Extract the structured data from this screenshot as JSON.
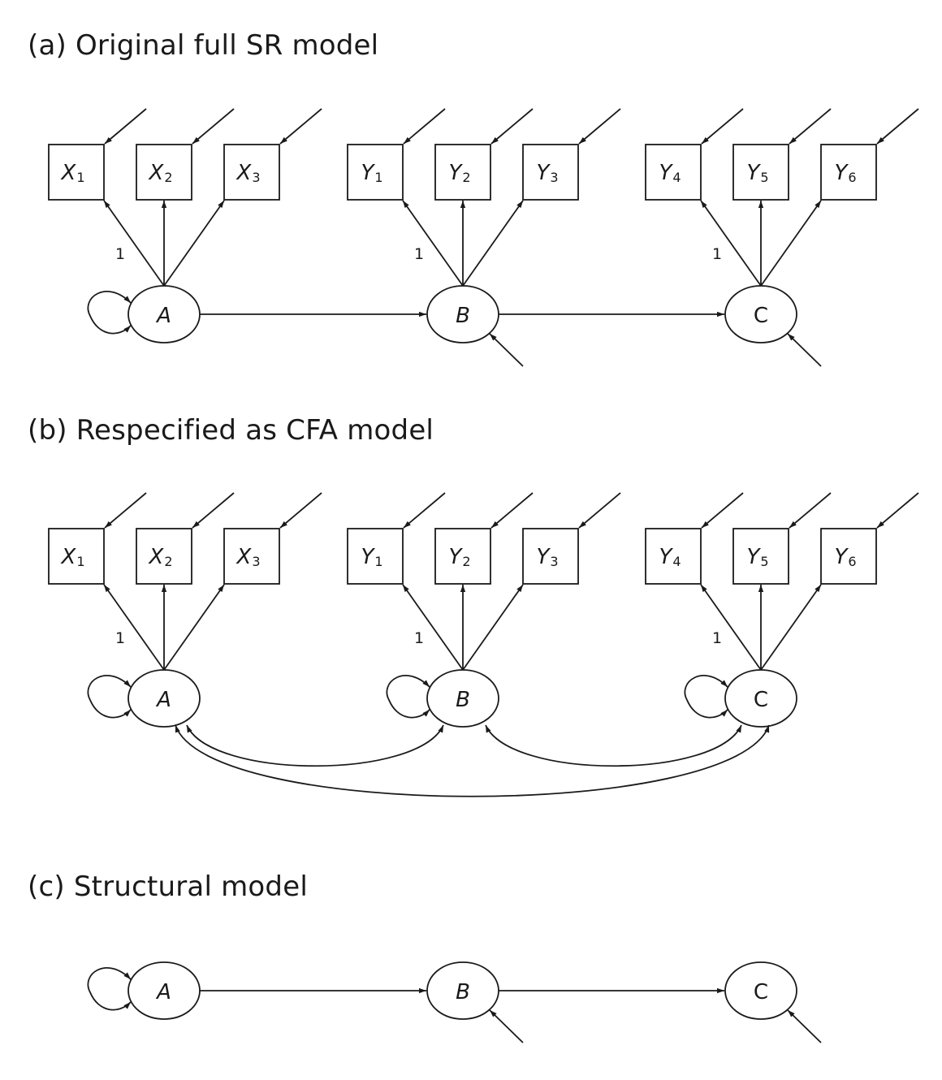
{
  "panels": [
    {
      "id": "a",
      "title": "(a)  Original full SR model",
      "latents": [
        {
          "name": "A",
          "indicators": [
            {
              "base": "X",
              "sub": "1"
            },
            {
              "base": "X",
              "sub": "2"
            },
            {
              "base": "X",
              "sub": "3"
            }
          ],
          "fixed_loading_label": "1",
          "variance": true,
          "disturbance": false
        },
        {
          "name": "B",
          "indicators": [
            {
              "base": "Y",
              "sub": "1"
            },
            {
              "base": "Y",
              "sub": "2"
            },
            {
              "base": "Y",
              "sub": "3"
            }
          ],
          "fixed_loading_label": "1",
          "variance": false,
          "disturbance": true
        },
        {
          "name": "C",
          "indicators": [
            {
              "base": "Y",
              "sub": "4"
            },
            {
              "base": "Y",
              "sub": "5"
            },
            {
              "base": "Y",
              "sub": "6"
            }
          ],
          "fixed_loading_label": "1",
          "variance": false,
          "disturbance": true
        }
      ],
      "paths": [
        {
          "from": "A",
          "to": "B"
        },
        {
          "from": "B",
          "to": "C"
        }
      ],
      "covariances": []
    },
    {
      "id": "b",
      "title": "(b)  Respecified as CFA model",
      "latents": [
        {
          "name": "A",
          "indicators": [
            {
              "base": "X",
              "sub": "1"
            },
            {
              "base": "X",
              "sub": "2"
            },
            {
              "base": "X",
              "sub": "3"
            }
          ],
          "fixed_loading_label": "1",
          "variance": true,
          "disturbance": false
        },
        {
          "name": "B",
          "indicators": [
            {
              "base": "Y",
              "sub": "1"
            },
            {
              "base": "Y",
              "sub": "2"
            },
            {
              "base": "Y",
              "sub": "3"
            }
          ],
          "fixed_loading_label": "1",
          "variance": true,
          "disturbance": false
        },
        {
          "name": "C",
          "indicators": [
            {
              "base": "Y",
              "sub": "4"
            },
            {
              "base": "Y",
              "sub": "5"
            },
            {
              "base": "Y",
              "sub": "6"
            }
          ],
          "fixed_loading_label": "1",
          "variance": true,
          "disturbance": false
        }
      ],
      "paths": [],
      "covariances": [
        {
          "between": [
            "A",
            "B"
          ]
        },
        {
          "between": [
            "B",
            "C"
          ]
        },
        {
          "between": [
            "A",
            "C"
          ]
        }
      ]
    },
    {
      "id": "c",
      "title": "(c)  Structural model",
      "latents": [
        {
          "name": "A",
          "indicators": [],
          "variance": true,
          "disturbance": false
        },
        {
          "name": "B",
          "indicators": [],
          "variance": false,
          "disturbance": true
        },
        {
          "name": "C",
          "indicators": [],
          "variance": false,
          "disturbance": true
        }
      ],
      "paths": [
        {
          "from": "A",
          "to": "B"
        },
        {
          "from": "B",
          "to": "C"
        }
      ],
      "covariances": []
    }
  ]
}
